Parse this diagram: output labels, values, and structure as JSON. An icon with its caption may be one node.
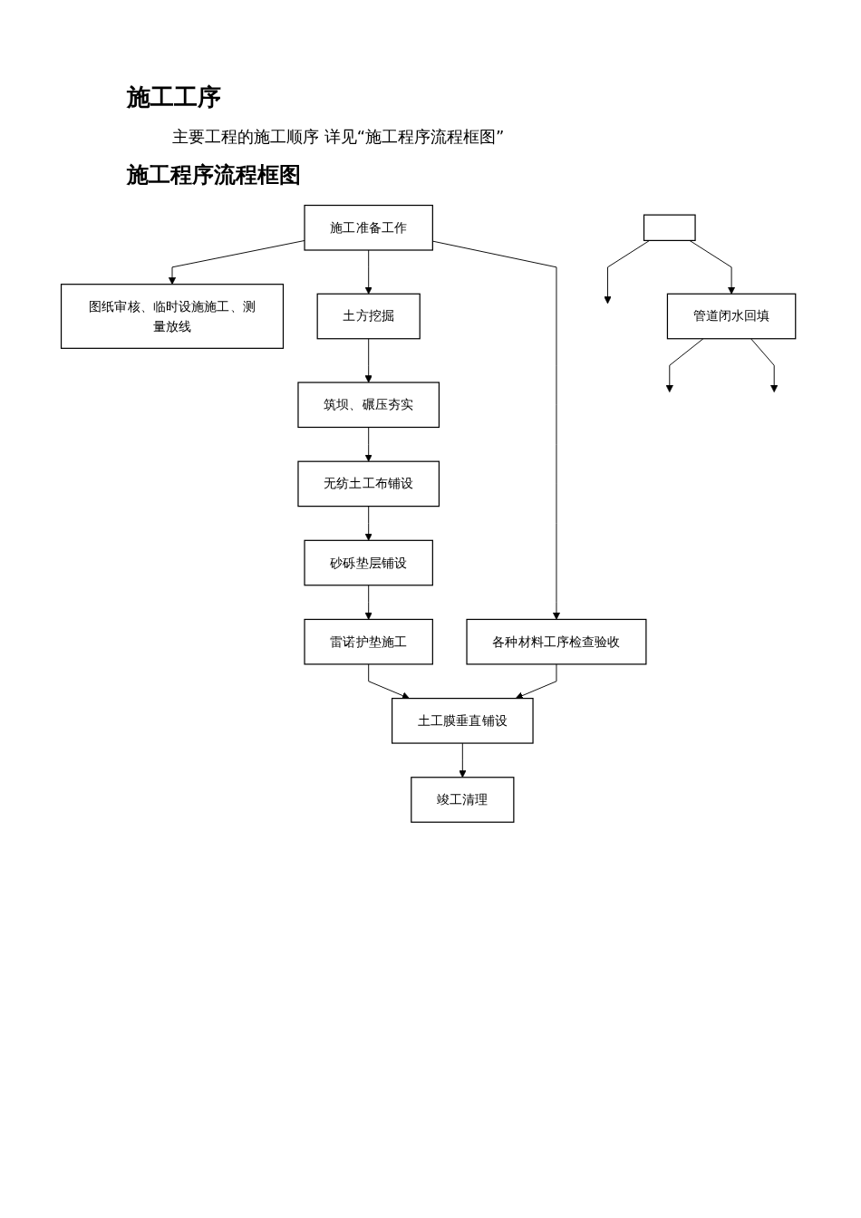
{
  "diagram": {
    "title": "施工工序",
    "nodes": [
      {
        "text": [],
        "shape": "box"
      },
      {
        "text": [
          "管道闭水回填"
        ]
      },
      {
        "text": [
          "施工准备工作"
        ]
      },
      {
        "text": [
          "图纸审核、临时设施施工、测量放线"
        ]
      },
      {
        "text": [
          "土方挖掘"
        ]
      },
      {
        "text": [
          "筑坝、碾压夯实"
        ]
      },
      {
        "text": [
          "无纺土工布铺设"
        ]
      },
      {
        "text": [
          "砂砾垫层铺设"
        ]
      },
      {
        "text": [
          "雷诺护垫施工"
        ]
      },
      {
        "text": [
          "土工膜垂直铺设"
        ]
      },
      {
        "text": [
          "竣工清理"
        ]
      },
      {
        "text": [
          "各种材料工序检查验收"
        ]
      }
    ],
    "edges": [
      {
        "from": 0,
        "to": null,
        "arrow": "to"
      },
      {
        "from": 0,
        "to": 1,
        "arrow": "to"
      },
      {
        "from": 1,
        "to": null,
        "arrow": "to"
      },
      {
        "from": 1,
        "to": null,
        "arrow": "to"
      },
      {
        "from": 2,
        "to": 3,
        "arrow": "to"
      },
      {
        "from": 2,
        "to": 4,
        "arrow": "to"
      },
      {
        "from": 4,
        "to": 5,
        "arrow": "to"
      },
      {
        "from": 5,
        "to": 6,
        "arrow": "to"
      },
      {
        "from": 6,
        "to": 7,
        "arrow": "to"
      },
      {
        "from": 7,
        "to": 8,
        "arrow": "to"
      },
      {
        "from": 8,
        "to": 9,
        "arrow": "to"
      },
      {
        "from": 9,
        "to": 10,
        "arrow": "to"
      },
      {
        "from": 2,
        "to": 11,
        "arrow": "to"
      },
      {
        "from": 11,
        "to": 9,
        "arrow": "to"
      }
    ],
    "labels": [
      "主要工程的施工顺序 详见“施工程序流程框图”",
      "施工程序流程框图"
    ]
  }
}
